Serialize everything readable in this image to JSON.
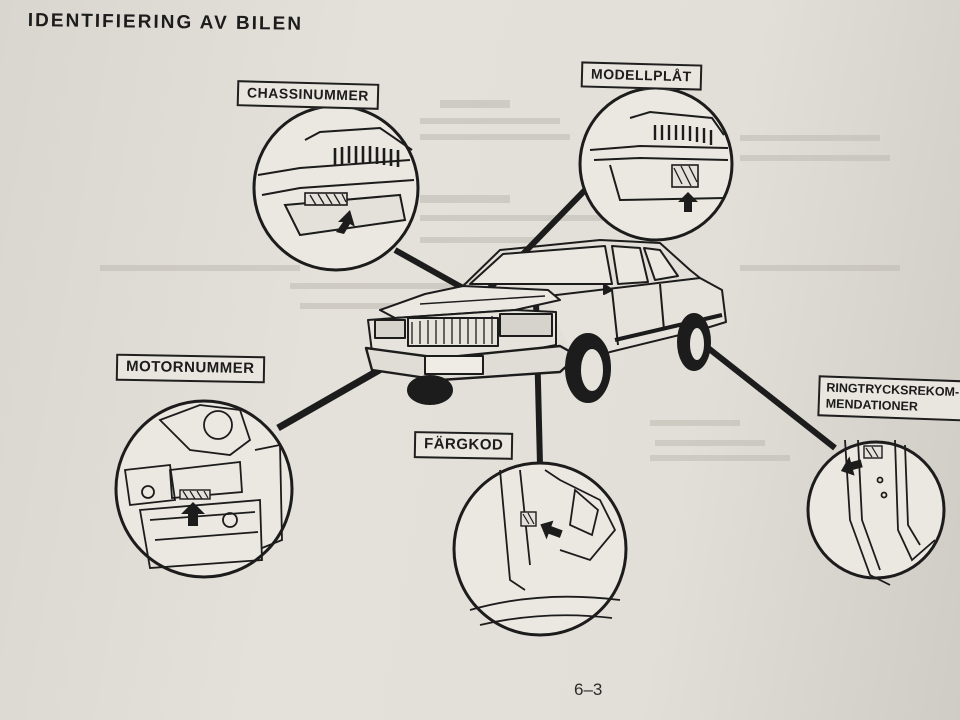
{
  "page": {
    "title": "IDENTIFIERING AV BILEN",
    "number": "6–3"
  },
  "callouts": {
    "chassis": "CHASSINUMMER",
    "model_plate": "MODELLPLÅT",
    "engine": "MOTORNUMMER",
    "color_code": "FÄRGKOD",
    "tire_pressure_line1": "RINGTRYCKSREKOM-",
    "tire_pressure_line2": "MENDATIONER"
  },
  "colors": {
    "paper": "#e2dfd8",
    "ink": "#1c1c1c"
  }
}
